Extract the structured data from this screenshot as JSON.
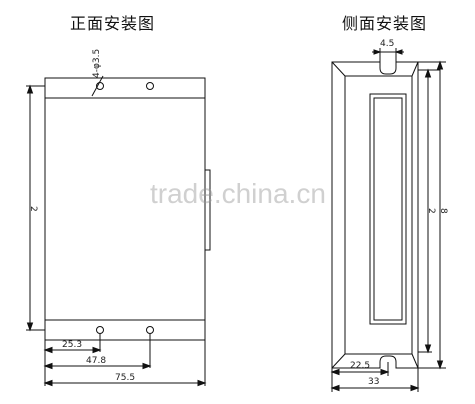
{
  "front_view": {
    "title": "正面安装图",
    "hole_label": "4-φ3.5",
    "height_label": "2",
    "dim_25_3": "25.3",
    "dim_47_8": "47.8",
    "dim_75_5": "75.5"
  },
  "side_view": {
    "title": "侧面安装图",
    "dim_4_5": "4.5",
    "dim_22_5": "22.5",
    "dim_33": "33",
    "height_label_inner": "2",
    "height_label_outer": "8"
  },
  "watermark": "trade.china.cn"
}
